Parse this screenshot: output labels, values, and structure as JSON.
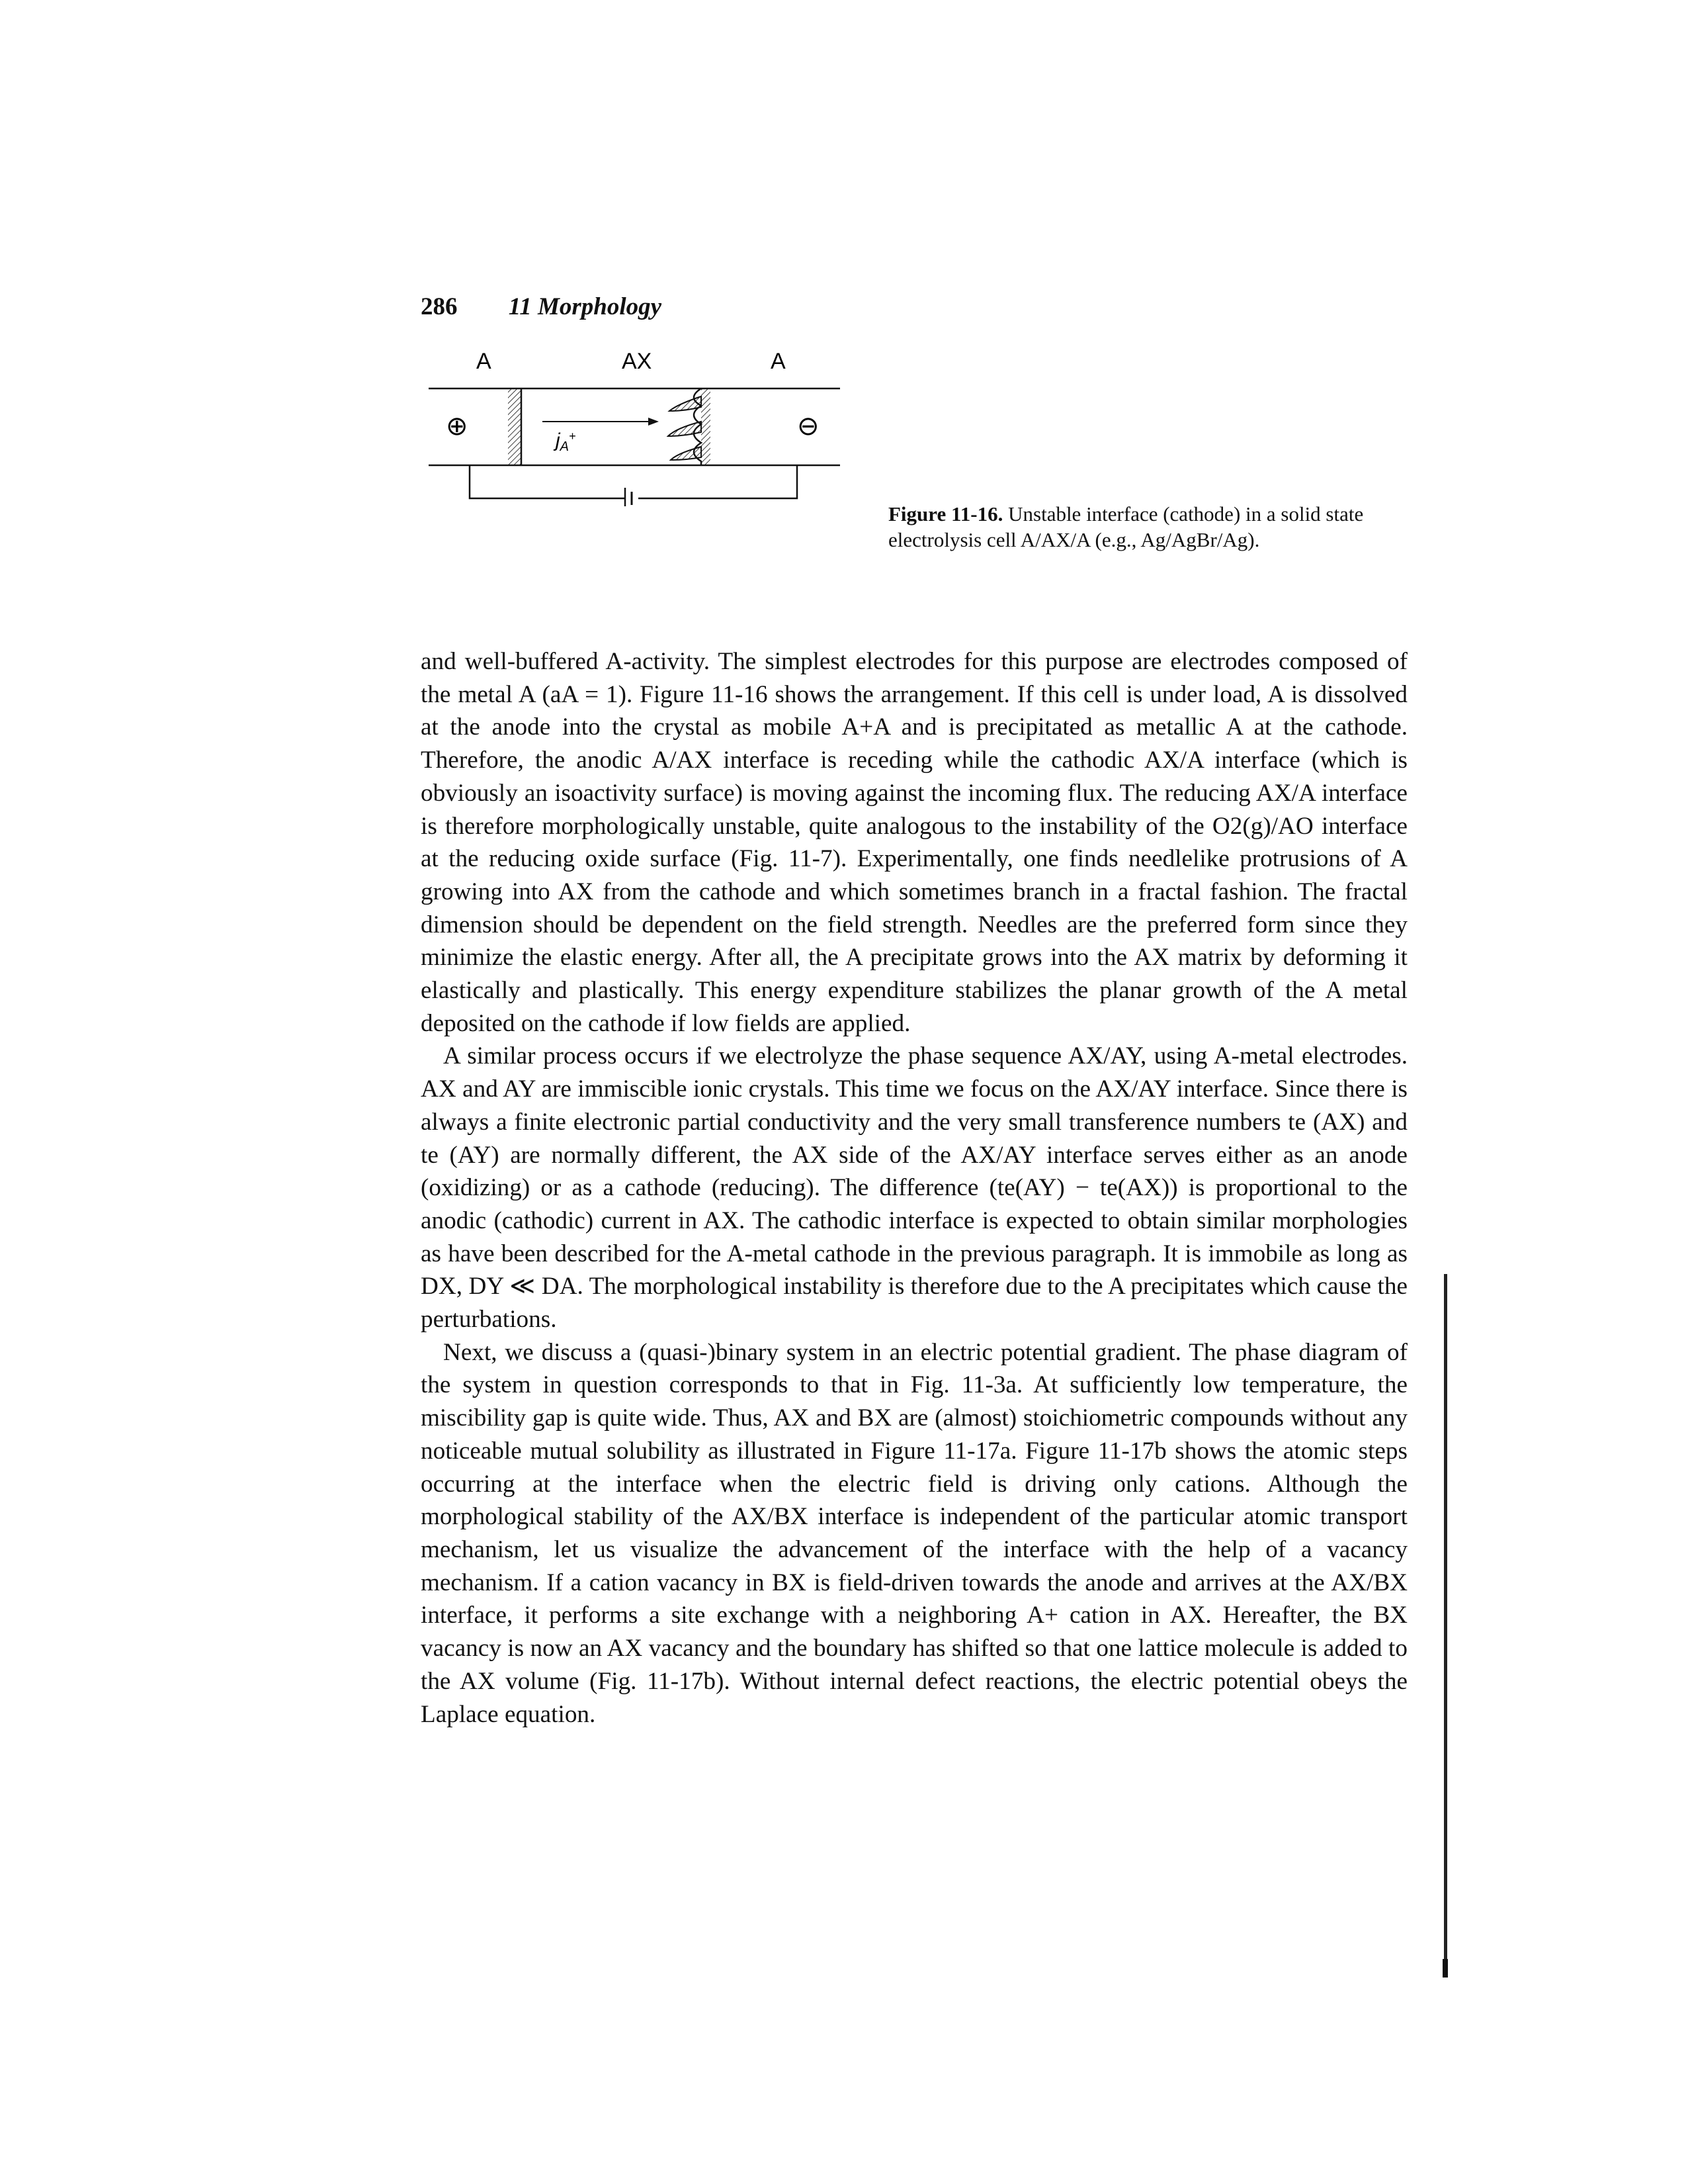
{
  "header": {
    "page_number": "286",
    "running_title": "11 Morphology"
  },
  "figure": {
    "labels": {
      "left": "A",
      "middle": "AX",
      "right": "A"
    },
    "anode_symbol": "⊕",
    "cathode_symbol": "⊖",
    "flux_label": "j",
    "flux_sub": "A",
    "flux_sup": "+"
  },
  "caption": {
    "label": "Figure 11-16.",
    "text": "Unstable interface (cathode) in a solid state electrolysis cell A/AX/A (e.g., Ag/AgBr/Ag)."
  },
  "paragraphs": [
    "and well-buffered A-activity. The simplest electrodes for this purpose are electrodes composed of the metal A (aA = 1). Figure 11-16 shows the arrangement. If this cell is under load, A is dissolved at the anode into the crystal as mobile A+A and is precipitated as metallic A at the cathode. Therefore, the anodic A/AX interface is receding while the cathodic AX/A interface (which is obviously an isoactivity surface) is moving against the incoming flux. The reducing AX/A interface is therefore morphologically unstable, quite analogous to the instability of the O2(g)/AO interface at the reducing oxide surface (Fig. 11-7). Experimentally, one finds needlelike protrusions of A growing into AX from the cathode and which sometimes branch in a fractal fashion. The fractal dimension should be dependent on the field strength. Needles are the preferred form since they minimize the elastic energy. After all, the A precipitate grows into the AX matrix by deforming it elastically and plastically. This energy expenditure stabilizes the planar growth of the A metal deposited on the cathode if low fields are applied.",
    "A similar process occurs if we electrolyze the phase sequence AX/AY, using A-metal electrodes. AX and AY are immiscible ionic crystals. This time we focus on the AX/AY interface. Since there is always a finite electronic partial conductivity and the very small transference numbers te (AX) and te (AY) are normally different, the AX side of the AX/AY interface serves either as an anode (oxidizing) or as a cathode (reducing). The difference (te(AY) − te(AX)) is proportional to the anodic (cathodic) current in AX. The cathodic interface is expected to obtain similar morphologies as have been described for the A-metal cathode in the previous paragraph. It is immobile as long as DX, DY ≪ DA. The morphological instability is therefore due to the A precipitates which cause the perturbations.",
    "Next, we discuss a (quasi-)binary system in an electric potential gradient. The phase diagram of the system in question corresponds to that in Fig. 11-3a. At sufficiently low temperature, the miscibility gap is quite wide. Thus, AX and BX are (almost) stoichiometric compounds without any noticeable mutual solubility as illustrated in Figure 11-17a. Figure 11-17b shows the atomic steps occurring at the interface when the electric field is driving only cations. Although the morphological stability of the AX/BX interface is independent of the particular atomic transport mechanism, let us visualize the advancement of the interface with the help of a vacancy mechanism. If a cation vacancy in BX is field-driven towards the anode and arrives at the AX/BX interface, it performs a site exchange with a neighboring A+ cation in AX. Hereafter, the BX vacancy is now an AX vacancy and the boundary has shifted so that one lattice molecule is added to the AX volume (Fig. 11-17b). Without internal defect reactions, the electric potential obeys the Laplace equation."
  ]
}
